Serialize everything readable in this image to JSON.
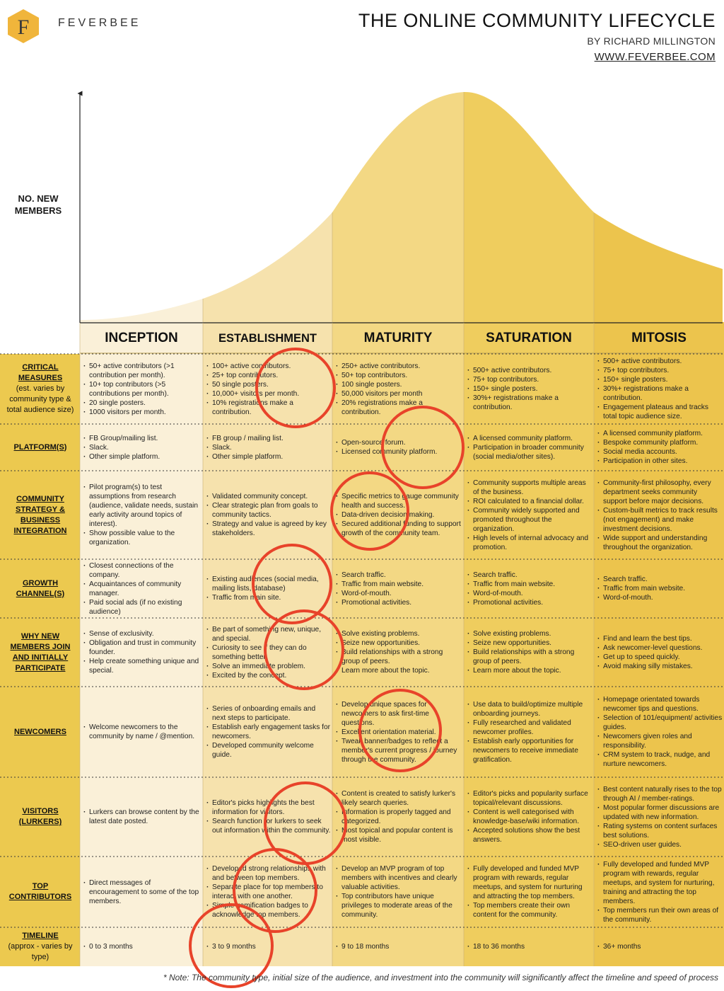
{
  "header": {
    "brand": "FEVERBEE",
    "title": "THE ONLINE COMMUNITY LIFECYCLE",
    "subtitle": "BY RICHARD MILLINGTON",
    "url": "WWW.FEVERBEE.COM"
  },
  "y_axis_label": "NO. NEW MEMBERS",
  "colors": {
    "inception": "#faf0d8",
    "establishment": "#f6e2ad",
    "maturity": "#f3d884",
    "saturation": "#efcd5e",
    "mitosis": "#ecc44d",
    "label_column": "#ecc94f",
    "circle": "#e8432a",
    "logo": "#f0b53b"
  },
  "stages": [
    "INCEPTION",
    "ESTABLISHMENT",
    "MATURITY",
    "SATURATION",
    "MITOSIS"
  ],
  "rows": [
    {
      "label": "CRITICAL MEASURES",
      "note": "(est. varies by community type & total audience size)",
      "cells": [
        [
          "50+ active contributors (>1 contribution per month).",
          "10+ top contributors (>5 contributions per month).",
          "20 single posters.",
          "1000 visitors per month."
        ],
        [
          "100+ active contributors.",
          "25+ top contributors.",
          "50 single posters.",
          "10,000+ visitors per month.",
          "10% registrations make a contribution."
        ],
        [
          "250+ active contributors.",
          "50+ top contributors.",
          "100 single posters.",
          "50,000 visitors per month",
          "20% registrations make a contribution."
        ],
        [
          "500+ active contributors.",
          "75+ top contributors.",
          "150+ single posters.",
          "30%+ registrations make a contribution."
        ],
        [
          "500+ active contributors.",
          "75+ top contributors.",
          "150+ single posters.",
          "30%+ registrations make a contribution.",
          "Engagement plateaus and tracks total topic audience size."
        ]
      ]
    },
    {
      "label": "PLATFORM(S)",
      "note": "",
      "cells": [
        [
          "FB Group/mailing list.",
          "Slack.",
          "Other simple platform."
        ],
        [
          "FB group / mailing list.",
          "Slack.",
          "Other simple platform."
        ],
        [
          "Open-source forum.",
          "Licensed community platform."
        ],
        [
          "A licensed community platform.",
          "Participation in broader community (social media/other sites)."
        ],
        [
          "A licensed community platform.",
          "Bespoke community platform.",
          "Social media accounts.",
          "Participation in other sites."
        ]
      ]
    },
    {
      "label": "COMMUNITY STRATEGY & BUSINESS INTEGRATION",
      "note": "",
      "cells": [
        [
          "Pilot program(s) to test assumptions from research (audience, validate needs, sustain early activity around topics of interest).",
          "Show possible value to the organization."
        ],
        [
          "Validated community concept.",
          "Clear strategic plan from goals to community tactics.",
          "Strategy and value is agreed by key stakeholders."
        ],
        [
          "Specific metrics to gauge community health and success.",
          "Data-driven decision making.",
          "Secured additional funding to support growth of the community team."
        ],
        [
          "Community supports multiple areas of the business.",
          "ROI calculated to a financial dollar.",
          "Community widely supported and promoted throughout the organization.",
          "High levels of internal advocacy and promotion."
        ],
        [
          "Community-first philosophy, every department seeks community support before major decisions.",
          "Custom-built metrics to track results (not engagement) and make investment decisions.",
          "Wide support and understanding throughout the organization."
        ]
      ]
    },
    {
      "label": "GROWTH CHANNEL(S)",
      "note": "",
      "cells": [
        [
          "Closest connections of the company.",
          "Acquaintances of community manager.",
          "Paid social ads (if no existing audience)"
        ],
        [
          "Existing audiences (social media, mailing lists, database)",
          "Traffic from main site."
        ],
        [
          "Search traffic.",
          "Traffic from main website.",
          "Word-of-mouth.",
          "Promotional activities."
        ],
        [
          "Search traffic.",
          "Traffic from main website.",
          "Word-of-mouth.",
          "Promotional activities."
        ],
        [
          "Search traffic.",
          "Traffic from main website.",
          "Word-of-mouth."
        ]
      ]
    },
    {
      "label": "WHY NEW MEMBERS JOIN AND INITIALLY PARTICIPATE",
      "note": "",
      "cells": [
        [
          "Sense of exclusivity.",
          "Obligation and trust in community founder.",
          "Help create something unique and special."
        ],
        [
          "Be part of something new, unique, and special.",
          "Curiosity to see if they can do something better.",
          "Solve an immediate problem.",
          "Excited by the concept."
        ],
        [
          "Solve existing problems.",
          "Seize new opportunities.",
          "Build relationships with a strong group of peers.",
          "Learn more about the topic."
        ],
        [
          "Solve existing problems.",
          "Seize new opportunities.",
          "Build relationships with a strong group of peers.",
          "Learn more about the topic."
        ],
        [
          "Find and learn the best tips.",
          "Ask newcomer-level questions.",
          "Get up to speed quickly.",
          "Avoid making silly mistakes."
        ]
      ]
    },
    {
      "label": "NEWCOMERS",
      "note": "",
      "cells": [
        [
          "Welcome newcomers to the community by name / @mention."
        ],
        [
          "Series of onboarding emails and next steps to participate.",
          "Establish early engagement tasks for newcomers.",
          "Developed community welcome guide."
        ],
        [
          "Develop unique spaces for newcomers to ask first-time questions.",
          "Excellent orientation material.",
          "Tweak banner/badges to reflect a member's current progress / journey through the community."
        ],
        [
          "Use data to build/optimize multiple onboarding journeys.",
          "Fully researched and validated newcomer profiles.",
          "Establish early opportunities for newcomers to receive immediate gratification."
        ],
        [
          "Homepage orientated towards newcomer tips and questions.",
          "Selection of 101/equipment/ activities guides.",
          "Newcomers given roles and responsibility.",
          "CRM system to track, nudge, and nurture newcomers."
        ]
      ]
    },
    {
      "label": "VISITORS (LURKERS)",
      "note": "",
      "cells": [
        [
          "Lurkers can browse content by the latest date posted."
        ],
        [
          "Editor's picks highlights the best information for visitors.",
          "Search function for lurkers to seek out information within the community."
        ],
        [
          "Content is created to satisfy lurker's likely search queries.",
          "Information is properly tagged and categorized.",
          "Most topical and popular content is most visible."
        ],
        [
          "Editor's picks and popularity surface topical/relevant discussions.",
          "Content is well categorised with knowledge-base/wiki information.",
          "Accepted solutions show the best answers."
        ],
        [
          "Best content naturally rises to the top through AI / member-ratings.",
          "Most popular former discussions are updated with new information.",
          "Rating systems on content surfaces best solutions.",
          "SEO-driven user guides."
        ]
      ]
    },
    {
      "label": "TOP CONTRIBUTORS",
      "note": "",
      "cells": [
        [
          "Direct messages of encouragement to some of the top members."
        ],
        [
          "Developed strong relationships with and between top members.",
          "Separate place for top members to interact with one another.",
          "Simple gamification badges to acknowledge top members."
        ],
        [
          "Develop an MVP program of top members with incentives and clearly valuable activities.",
          "Top contributors have unique privileges to moderate areas of the community."
        ],
        [
          "Fully developed and funded MVP program with rewards, regular meetups, and system for nurturing and attracting the top members.",
          "Top members create their own content for the community."
        ],
        [
          "Fully developed and funded MVP program with rewards, regular meetups, and system for nurturing, training and attracting the top members.",
          "Top members run their own areas of the community."
        ]
      ]
    },
    {
      "label": "TIMELINE",
      "note": "(approx - varies by type)",
      "cells": [
        [
          "0 to 3 months"
        ],
        [
          "3 to 9 months"
        ],
        [
          "9 to 18 months"
        ],
        [
          "18 to 36 months"
        ],
        [
          "36+ months"
        ]
      ]
    }
  ],
  "footnote": "* Note: The community type, initial size of the audience, and investment into the community will significantly affect the timeline and speed of process"
}
